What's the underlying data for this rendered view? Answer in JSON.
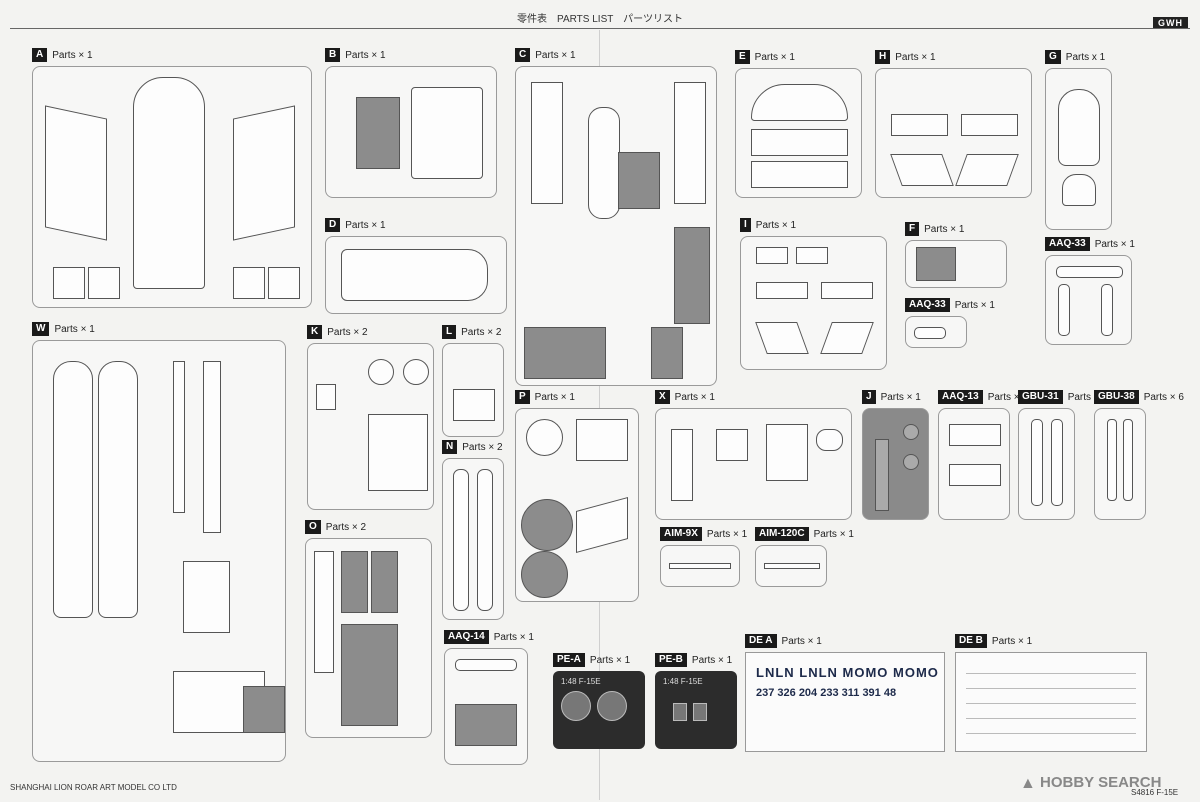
{
  "header": {
    "title": "零件表　PARTS LIST　パーツリスト",
    "brand": "GWH"
  },
  "panels": {
    "A": {
      "letter": "A",
      "qty": "Parts × 1"
    },
    "B": {
      "letter": "B",
      "qty": "Parts × 1"
    },
    "C": {
      "letter": "C",
      "qty": "Parts × 1"
    },
    "D": {
      "letter": "D",
      "qty": "Parts × 1"
    },
    "E": {
      "letter": "E",
      "qty": "Parts × 1"
    },
    "F": {
      "letter": "F",
      "qty": "Parts × 1"
    },
    "G": {
      "letter": "G",
      "qty": "Parts x 1"
    },
    "H": {
      "letter": "H",
      "qty": "Parts × 1"
    },
    "I": {
      "letter": "I",
      "qty": "Parts × 1"
    },
    "J": {
      "letter": "J",
      "qty": "Parts × 1"
    },
    "K": {
      "letter": "K",
      "qty": "Parts × 2"
    },
    "L": {
      "letter": "L",
      "qty": "Parts × 2"
    },
    "N": {
      "letter": "N",
      "qty": "Parts × 2"
    },
    "O": {
      "letter": "O",
      "qty": "Parts × 2"
    },
    "P": {
      "letter": "P",
      "qty": "Parts × 1"
    },
    "W": {
      "letter": "W",
      "qty": "Parts × 1"
    },
    "X": {
      "letter": "X",
      "qty": "Parts × 1"
    },
    "AAQ33a": {
      "letter": "AAQ-33",
      "qty": "Parts × 1"
    },
    "AAQ33b": {
      "letter": "AAQ-33",
      "qty": "Parts × 1"
    },
    "AAQ13": {
      "letter": "AAQ-13",
      "qty": "Parts × 1"
    },
    "AAQ14": {
      "letter": "AAQ-14",
      "qty": "Parts × 1"
    },
    "GBU31": {
      "letter": "GBU-31",
      "qty": "Parts × 1"
    },
    "GBU38": {
      "letter": "GBU-38",
      "qty": "Parts × 6"
    },
    "AIM9X": {
      "letter": "AIM-9X",
      "qty": "Parts × 1"
    },
    "AIM120C": {
      "letter": "AIM-120C",
      "qty": "Parts × 1"
    },
    "PEA": {
      "letter": "PE-A",
      "qty": "Parts × 1",
      "label": "1:48 F-15E"
    },
    "PEB": {
      "letter": "PE-B",
      "qty": "Parts × 1",
      "label": "1:48 F-15E"
    },
    "DEA": {
      "letter": "DE A",
      "qty": "Parts × 1",
      "line1": "LNLN LNLN MOMO MOMO",
      "line2": "237 326 204 233 311 391 48"
    },
    "DEB": {
      "letter": "DE B",
      "qty": "Parts × 1"
    }
  },
  "footer": {
    "company": "SHANGHAI LION ROAR ART MODEL CO LTD",
    "code": "S4816 F-15E",
    "watermark": "HOBBY SEARCH"
  }
}
